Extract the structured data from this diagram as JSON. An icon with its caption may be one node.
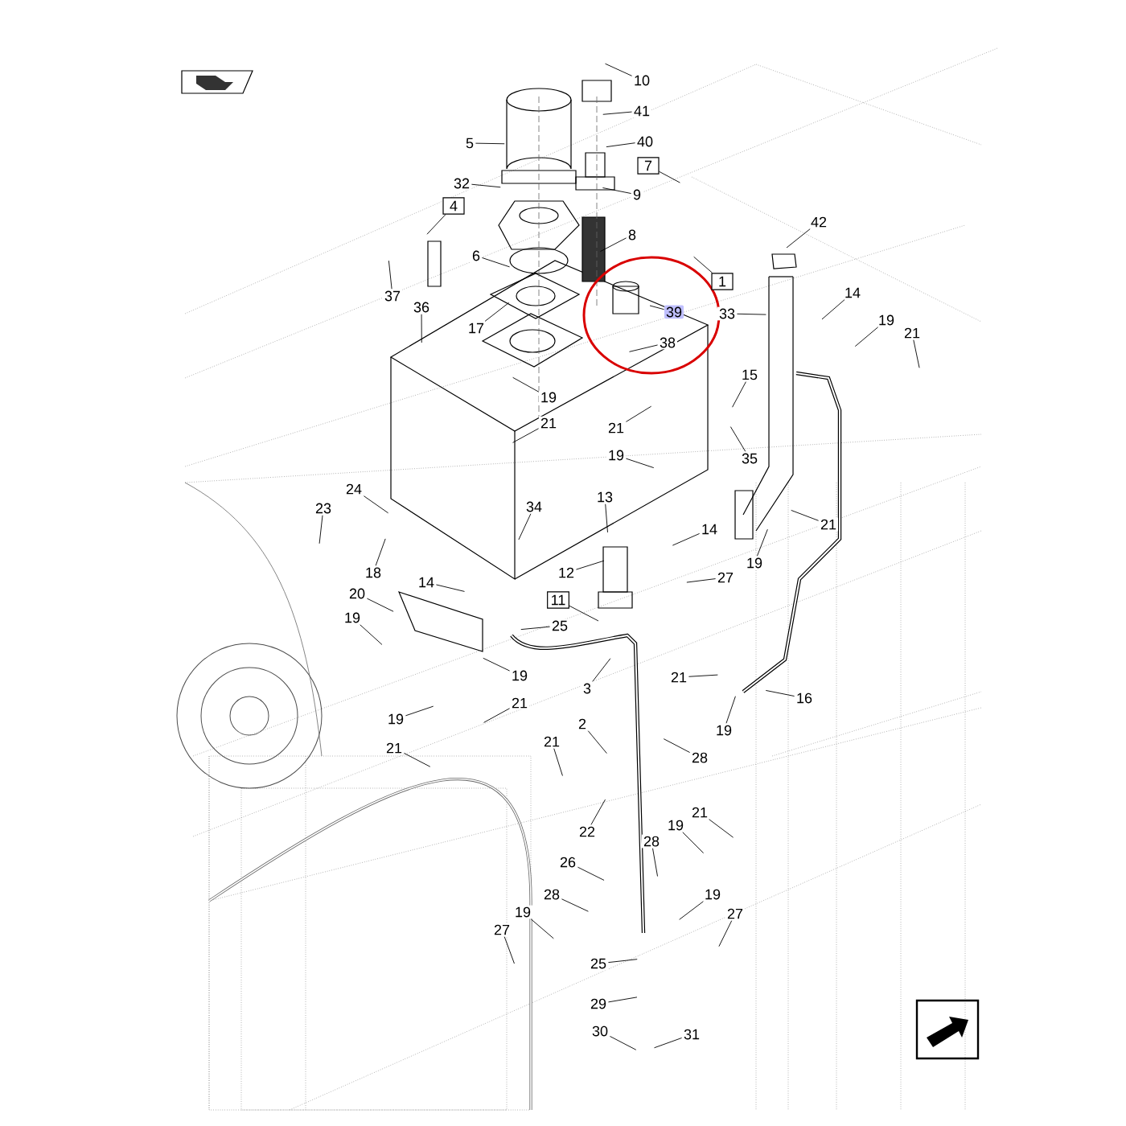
{
  "diagram": {
    "nodes": [
      {
        "text": [
          "10"
        ]
      },
      {
        "text": [
          "41"
        ]
      },
      {
        "text": [
          "5"
        ]
      },
      {
        "text": [
          "40"
        ]
      },
      {
        "text": [
          "7"
        ]
      },
      {
        "text": [
          "32"
        ]
      },
      {
        "text": [
          "9"
        ]
      },
      {
        "text": [
          "4"
        ]
      },
      {
        "text": [
          "8"
        ]
      },
      {
        "text": [
          "6"
        ]
      },
      {
        "text": [
          "37"
        ]
      },
      {
        "text": [
          "36"
        ]
      },
      {
        "text": [
          "17"
        ]
      },
      {
        "text": [
          "39"
        ]
      },
      {
        "text": [
          "38"
        ]
      },
      {
        "text": [
          "19"
        ]
      },
      {
        "text": [
          "21"
        ]
      },
      {
        "text": [
          "42"
        ]
      },
      {
        "text": [
          "1"
        ]
      },
      {
        "text": [
          "33"
        ]
      },
      {
        "text": [
          "14"
        ]
      },
      {
        "text": [
          "19"
        ]
      },
      {
        "text": [
          "21"
        ]
      },
      {
        "text": [
          "15"
        ]
      },
      {
        "text": [
          "35"
        ]
      },
      {
        "text": [
          "21"
        ]
      },
      {
        "text": [
          "19"
        ]
      },
      {
        "text": [
          "24"
        ]
      },
      {
        "text": [
          "23"
        ]
      },
      {
        "text": [
          "34"
        ]
      },
      {
        "text": [
          "13"
        ]
      },
      {
        "text": [
          "14"
        ]
      },
      {
        "text": [
          "21"
        ]
      },
      {
        "text": [
          "19"
        ]
      },
      {
        "text": [
          "27"
        ]
      },
      {
        "text": [
          "12"
        ]
      },
      {
        "text": [
          "11"
        ]
      },
      {
        "text": [
          "18"
        ]
      },
      {
        "text": [
          "14"
        ]
      },
      {
        "text": [
          "20"
        ]
      },
      {
        "text": [
          "19"
        ]
      },
      {
        "text": [
          "25"
        ]
      },
      {
        "text": [
          "19"
        ]
      },
      {
        "text": [
          "21"
        ]
      },
      {
        "text": [
          "3"
        ]
      },
      {
        "text": [
          "2"
        ]
      },
      {
        "text": [
          "19"
        ]
      },
      {
        "text": [
          "21"
        ]
      },
      {
        "text": [
          "21"
        ]
      },
      {
        "text": [
          "16"
        ]
      },
      {
        "text": [
          "21"
        ]
      },
      {
        "text": [
          "19"
        ]
      },
      {
        "text": [
          "28"
        ]
      },
      {
        "text": [
          "22"
        ]
      },
      {
        "text": [
          "21"
        ]
      },
      {
        "text": [
          "19"
        ]
      },
      {
        "text": [
          "28"
        ]
      },
      {
        "text": [
          "26"
        ]
      },
      {
        "text": [
          "19"
        ]
      },
      {
        "text": [
          "28"
        ]
      },
      {
        "text": [
          "19"
        ]
      },
      {
        "text": [
          "27"
        ]
      },
      {
        "text": [
          "27"
        ]
      },
      {
        "text": [
          "25"
        ]
      },
      {
        "text": [
          "29"
        ]
      },
      {
        "text": [
          "30"
        ]
      },
      {
        "text": [
          "31"
        ]
      }
    ],
    "edges": [
      {
        "from": 0,
        "to": null,
        "arrow": "none"
      },
      {
        "from": 1,
        "to": null,
        "arrow": "none"
      },
      {
        "from": 2,
        "to": null,
        "arrow": "none"
      },
      {
        "from": 3,
        "to": null,
        "arrow": "none"
      },
      {
        "from": 4,
        "to": null,
        "arrow": "none"
      },
      {
        "from": 5,
        "to": null,
        "arrow": "none"
      },
      {
        "from": 6,
        "to": null,
        "arrow": "none"
      },
      {
        "from": 7,
        "to": null,
        "arrow": "none"
      },
      {
        "from": 8,
        "to": null,
        "arrow": "none"
      },
      {
        "from": 9,
        "to": null,
        "arrow": "none"
      },
      {
        "from": 10,
        "to": null,
        "arrow": "none"
      },
      {
        "from": 11,
        "to": null,
        "arrow": "none"
      },
      {
        "from": 12,
        "to": null,
        "arrow": "none"
      },
      {
        "from": 13,
        "to": null,
        "arrow": "none"
      },
      {
        "from": 14,
        "to": null,
        "arrow": "none"
      },
      {
        "from": 15,
        "to": null,
        "arrow": "none"
      },
      {
        "from": 16,
        "to": null,
        "arrow": "none"
      },
      {
        "from": 17,
        "to": null,
        "arrow": "none"
      },
      {
        "from": 18,
        "to": null,
        "arrow": "none"
      },
      {
        "from": 19,
        "to": null,
        "arrow": "none"
      },
      {
        "from": 20,
        "to": null,
        "arrow": "none"
      },
      {
        "from": 21,
        "to": null,
        "arrow": "none"
      },
      {
        "from": 22,
        "to": null,
        "arrow": "none"
      },
      {
        "from": 23,
        "to": null,
        "arrow": "none"
      },
      {
        "from": 24,
        "to": null,
        "arrow": "none"
      },
      {
        "from": 25,
        "to": null,
        "arrow": "none"
      },
      {
        "from": 26,
        "to": null,
        "arrow": "none"
      },
      {
        "from": 27,
        "to": null,
        "arrow": "none"
      },
      {
        "from": 28,
        "to": null,
        "arrow": "none"
      },
      {
        "from": 29,
        "to": null,
        "arrow": "none"
      },
      {
        "from": 30,
        "to": null,
        "arrow": "none"
      },
      {
        "from": 31,
        "to": null,
        "arrow": "none"
      },
      {
        "from": 32,
        "to": null,
        "arrow": "none"
      },
      {
        "from": 33,
        "to": null,
        "arrow": "none"
      },
      {
        "from": 34,
        "to": null,
        "arrow": "none"
      },
      {
        "from": 35,
        "to": null,
        "arrow": "none"
      },
      {
        "from": 36,
        "to": null,
        "arrow": "none"
      },
      {
        "from": 37,
        "to": null,
        "arrow": "none"
      },
      {
        "from": 38,
        "to": null,
        "arrow": "none"
      },
      {
        "from": 39,
        "to": null,
        "arrow": "none"
      },
      {
        "from": 40,
        "to": null,
        "arrow": "none"
      },
      {
        "from": 41,
        "to": null,
        "arrow": "none"
      },
      {
        "from": 42,
        "to": null,
        "arrow": "none"
      },
      {
        "from": 43,
        "to": null,
        "arrow": "none"
      },
      {
        "from": 44,
        "to": null,
        "arrow": "none"
      },
      {
        "from": 45,
        "to": null,
        "arrow": "none"
      },
      {
        "from": 46,
        "to": null,
        "arrow": "none"
      },
      {
        "from": 47,
        "to": null,
        "arrow": "none"
      },
      {
        "from": 48,
        "to": null,
        "arrow": "none"
      },
      {
        "from": 49,
        "to": null,
        "arrow": "none"
      },
      {
        "from": 50,
        "to": null,
        "arrow": "none"
      },
      {
        "from": 51,
        "to": null,
        "arrow": "none"
      },
      {
        "from": 52,
        "to": null,
        "arrow": "none"
      },
      {
        "from": 53,
        "to": null,
        "arrow": "none"
      },
      {
        "from": 54,
        "to": null,
        "arrow": "none"
      },
      {
        "from": 55,
        "to": null,
        "arrow": "none"
      },
      {
        "from": 56,
        "to": null,
        "arrow": "none"
      },
      {
        "from": 57,
        "to": null,
        "arrow": "none"
      },
      {
        "from": 58,
        "to": null,
        "arrow": "none"
      },
      {
        "from": 59,
        "to": null,
        "arrow": "none"
      },
      {
        "from": 60,
        "to": null,
        "arrow": "none"
      },
      {
        "from": 61,
        "to": null,
        "arrow": "none"
      },
      {
        "from": 62,
        "to": null,
        "arrow": "none"
      },
      {
        "from": 63,
        "to": null,
        "arrow": "none"
      },
      {
        "from": 64,
        "to": null,
        "arrow": "none"
      },
      {
        "from": 65,
        "to": null,
        "arrow": "none"
      },
      {
        "from": 66,
        "to": null,
        "arrow": "none"
      }
    ]
  }
}
